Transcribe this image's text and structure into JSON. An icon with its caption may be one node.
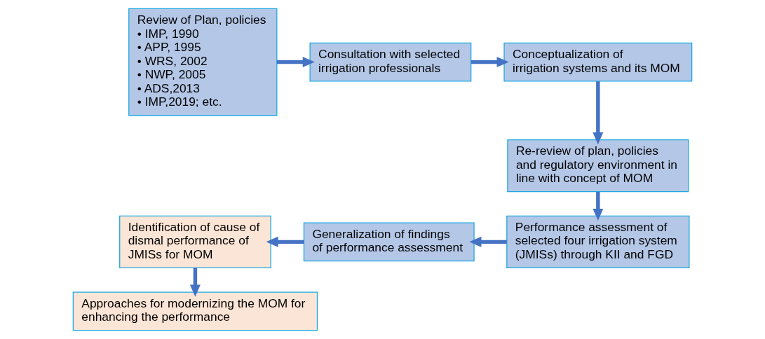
{
  "diagram": {
    "nodes": [
      {
        "text": [
          "Review of Plan, policies",
          "• IMP, 1990",
          "• APP, 1995",
          "• WRS, 2002",
          "• NWP, 2005",
          "• ADS,2013",
          "• IMP,2019; etc."
        ]
      },
      {
        "text": [
          "Consultation with selected irrigation professionals"
        ]
      },
      {
        "text": [
          "Conceptualization of irrigation systems and its MOM"
        ]
      },
      {
        "text": [
          "Re-review of plan, policies and regulatory environment in line with concept of MOM"
        ]
      },
      {
        "text": [
          "Performance assessment of selected four irrigation system (JMISs) through KII and FGD"
        ]
      },
      {
        "text": [
          "Generalization of findings of performance assessment"
        ]
      },
      {
        "text": [
          "Identification of cause of dismal performance of JMISs for MOM"
        ]
      },
      {
        "text": [
          "Approaches for modernizing the MOM for enhancing the performance"
        ]
      }
    ],
    "edges": [
      {
        "from": 0,
        "to": 1,
        "arrow": "to"
      },
      {
        "from": 1,
        "to": 2,
        "arrow": "to"
      },
      {
        "from": 2,
        "to": 3,
        "arrow": "to"
      },
      {
        "from": 3,
        "to": 4,
        "arrow": "to"
      },
      {
        "from": 4,
        "to": 5,
        "arrow": "to"
      },
      {
        "from": 5,
        "to": 6,
        "arrow": "to"
      },
      {
        "from": 6,
        "to": 7,
        "arrow": "to"
      }
    ]
  }
}
